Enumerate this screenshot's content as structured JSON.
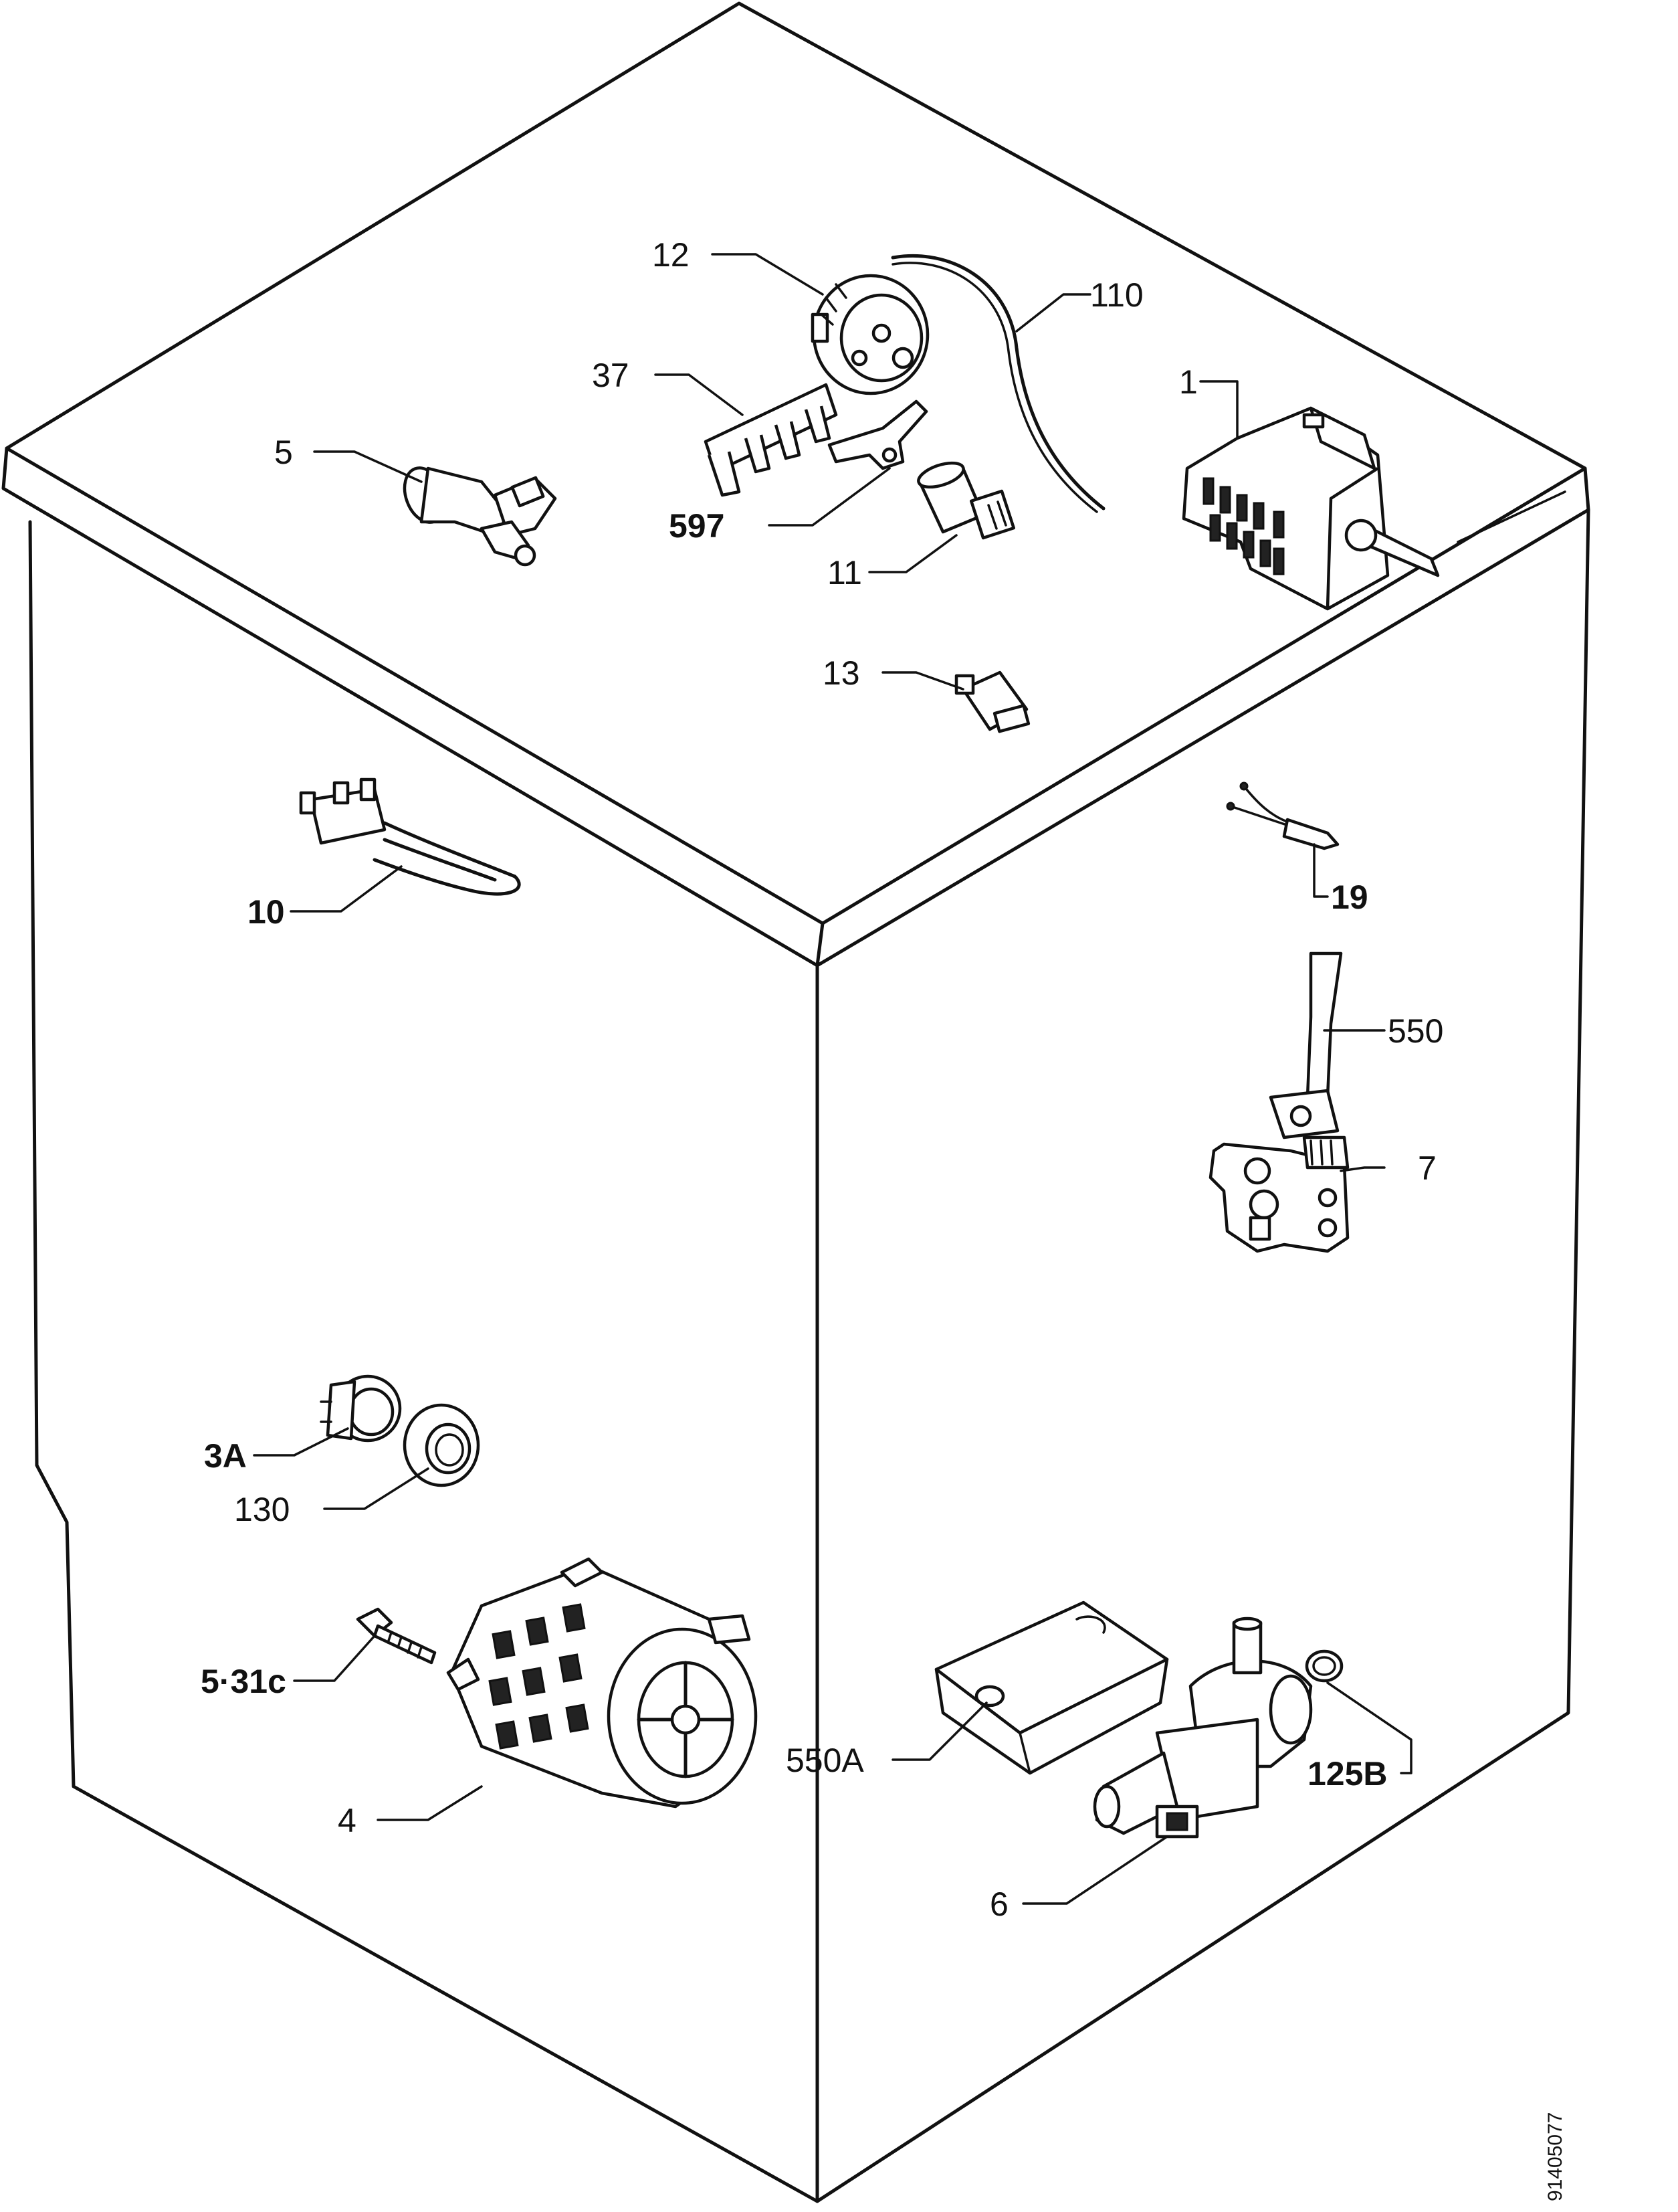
{
  "labels": {
    "l1": "1",
    "l3a": "3A",
    "l4": "4",
    "l5": "5",
    "l6": "6",
    "l7": "7",
    "l10": "10",
    "l11": "11",
    "l12": "12",
    "l13": "13",
    "l19": "19",
    "l37": "37",
    "l110": "110",
    "l125b": "125B",
    "l130": "130",
    "l531c": "5·31c",
    "l550": "550",
    "l550a": "550A",
    "l597": "597"
  },
  "drawing_code": "91405077"
}
